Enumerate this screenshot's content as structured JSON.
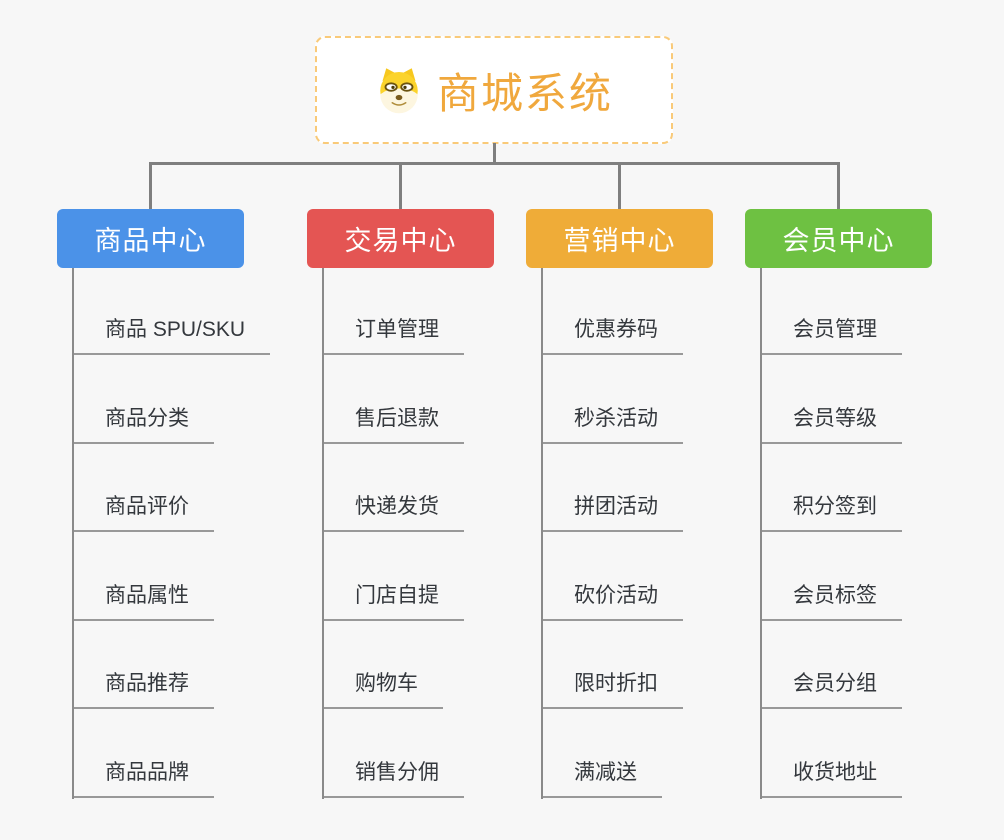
{
  "root": {
    "title": "商城系统",
    "icon": "doge-icon"
  },
  "branches": [
    {
      "label": "商品中心",
      "color": "#4B92E8",
      "children": [
        "商品 SPU/SKU",
        "商品分类",
        "商品评价",
        "商品属性",
        "商品推荐",
        "商品品牌"
      ]
    },
    {
      "label": "交易中心",
      "color": "#E45553",
      "children": [
        "订单管理",
        "售后退款",
        "快递发货",
        "门店自提",
        "购物车",
        "销售分佣"
      ]
    },
    {
      "label": "营销中心",
      "color": "#EFAC38",
      "children": [
        "优惠券码",
        "秒杀活动",
        "拼团活动",
        "砍价活动",
        "限时折扣",
        "满减送"
      ]
    },
    {
      "label": "会员中心",
      "color": "#6EC142",
      "children": [
        "会员管理",
        "会员等级",
        "积分签到",
        "会员标签",
        "会员分组",
        "收货地址"
      ]
    }
  ],
  "colors": {
    "background": "#F7F7F7",
    "root_border": "#F9CA79",
    "root_text": "#F0A83D",
    "connector": "#7F7F7F",
    "trunk": "#8A8A8A",
    "leaf_underline": "#999999",
    "leaf_text": "#34383D",
    "branch_text": "#FFFFFF",
    "doge_yellow": "#FBD32C"
  }
}
